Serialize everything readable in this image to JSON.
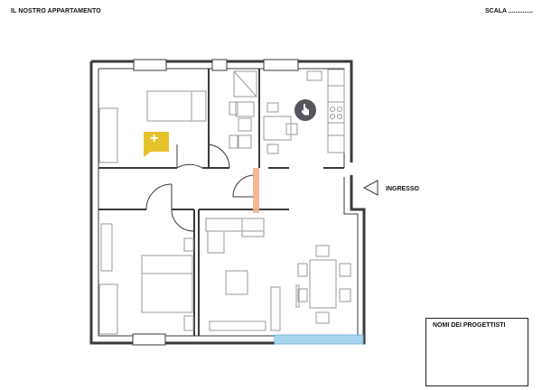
{
  "header": {
    "title": "IL NOSTRO APPARTAMENTO",
    "scale": "SCALA .............."
  },
  "plan": {
    "entrance_label": "INGRESSO",
    "designers_label": "NOMI DEI PROGETTISTI"
  },
  "markers": {
    "add_symbol": "+",
    "add_color": "#E5C22B",
    "gesture_color": "#55555E"
  },
  "colors": {
    "wall": "#3A3A3A",
    "furniture": "#9A9A9A",
    "partition_highlight": "#F2B08E",
    "window_highlight": "#A9D4EE"
  }
}
